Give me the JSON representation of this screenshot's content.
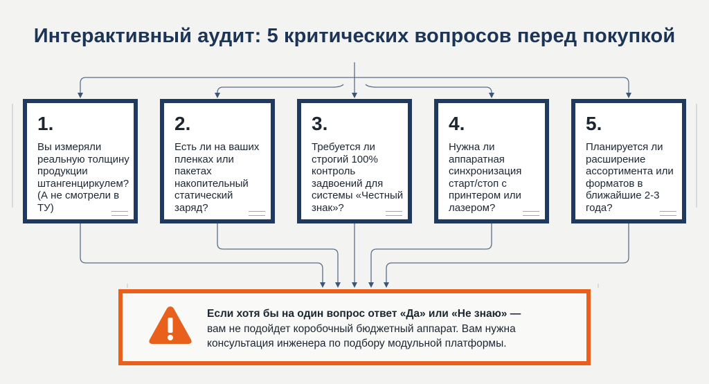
{
  "title": "Интерактивный аудит: 5 критических вопросов перед покупкой",
  "questions": [
    {
      "number": "1.",
      "text": "Вы измеряли реальную толщину продукции штангенциркулем? (А не смотрели в ТУ)"
    },
    {
      "number": "2.",
      "text": "Есть ли на ваших пленках или пакетах накопительный статический заряд?"
    },
    {
      "number": "3.",
      "text": "Требуется ли строгий 100% контроль задвоений для системы «Честный знак»?"
    },
    {
      "number": "4.",
      "text": "Нужна ли аппаратная синхронизация старт/стоп с принтером или лазером?"
    },
    {
      "number": "5.",
      "text": "Планируется ли расширение ассортимента или форматов в ближайшие 2-3 года?"
    }
  ],
  "conclusion": {
    "lead": "Если хотя бы на один вопрос ответ «Да» или «Не знаю» —",
    "body": "вам не подойдет коробочный бюджетный аппарат. Вам нужна консультация инженера по подбору модульной платформы."
  },
  "colors": {
    "card_border": "#1f3a5e",
    "title": "#1c3455",
    "accent_orange": "#e8601c",
    "connector": "#5a6f8a"
  },
  "icons": {
    "warning": "warning-triangle-icon"
  }
}
